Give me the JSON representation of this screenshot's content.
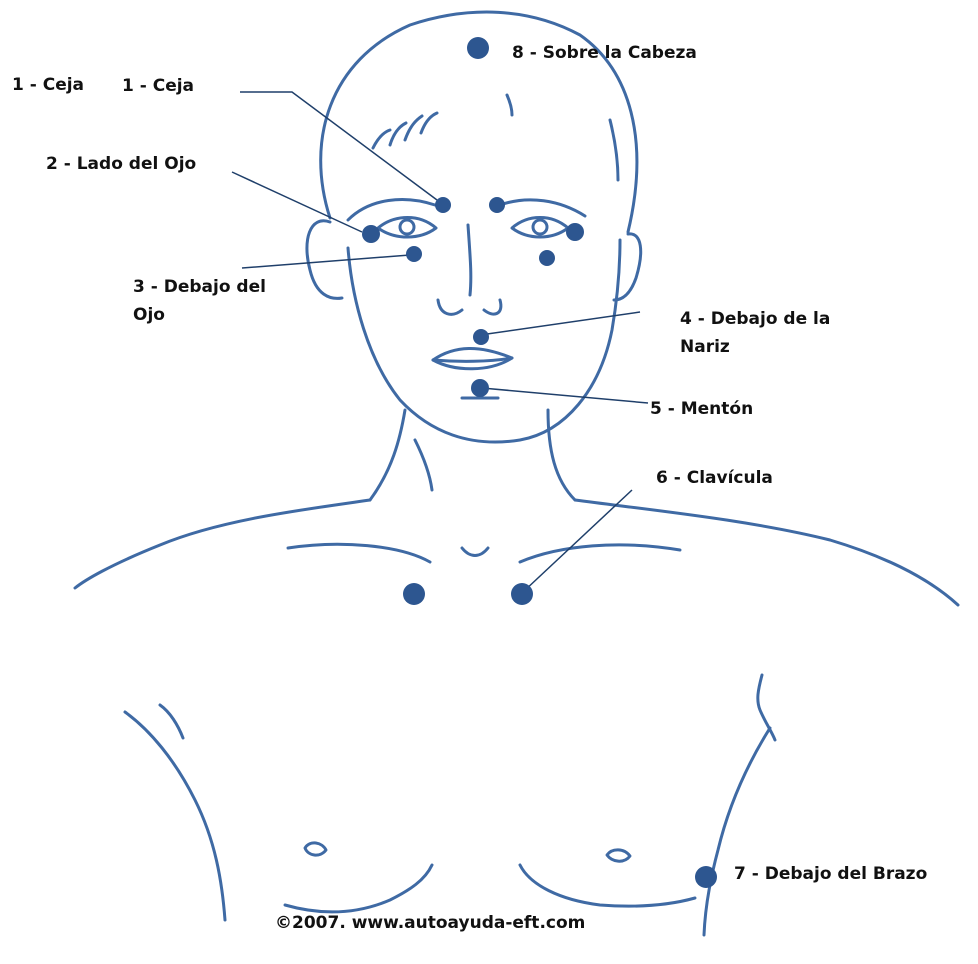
{
  "colors": {
    "ink": "#3f6aa4",
    "dot": "#2d5690",
    "text": "#111111",
    "background": "#ffffff"
  },
  "labels": {
    "ceja_left": "1 - Ceja",
    "ceja": "1 - Ceja",
    "lado_ojo": "2 - Lado del Ojo",
    "debajo_ojo": "3 - Debajo del Ojo",
    "debajo_nariz": "4 - Debajo de la Nariz",
    "menton": "5 - Mentón",
    "clavicula": "6 - Clavícula",
    "debajo_brazo": "7 - Debajo del Brazo",
    "sobre_cabeza": "8 - Sobre la Cabeza"
  },
  "footer": {
    "copyright": "©2007. www.autoayuda-eft.com"
  },
  "tapping_points": [
    {
      "id": 8,
      "name": "sobre_cabeza"
    },
    {
      "id": 1,
      "name": "ceja"
    },
    {
      "id": 2,
      "name": "lado_ojo"
    },
    {
      "id": 3,
      "name": "debajo_ojo"
    },
    {
      "id": 4,
      "name": "debajo_nariz"
    },
    {
      "id": 5,
      "name": "menton"
    },
    {
      "id": 6,
      "name": "clavicula"
    },
    {
      "id": 7,
      "name": "debajo_brazo"
    }
  ]
}
